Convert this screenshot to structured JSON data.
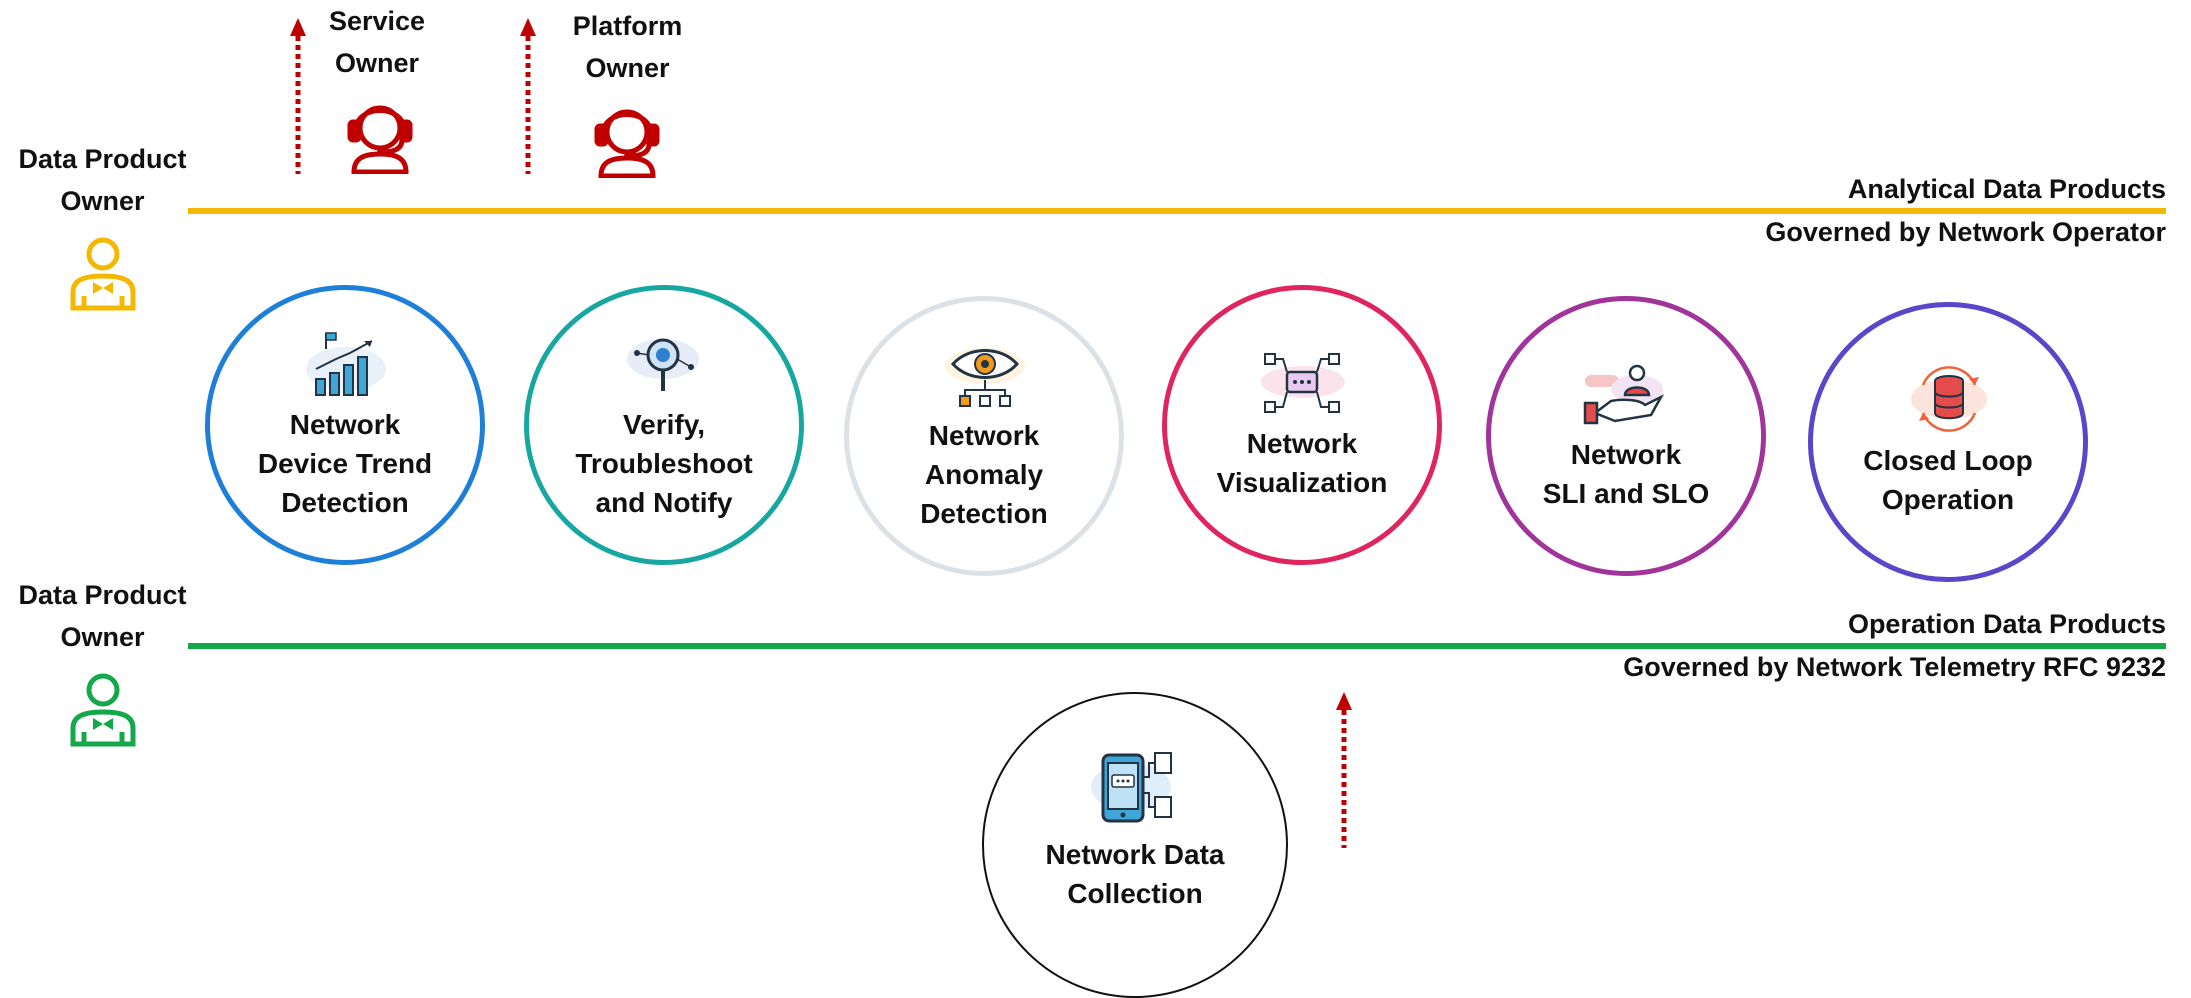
{
  "roles": {
    "service_owner": [
      "Service",
      "Owner"
    ],
    "platform_owner": [
      "Platform",
      "Owner"
    ],
    "data_product_owner_top": [
      "Data Product",
      "Owner"
    ],
    "data_product_owner_bottom": [
      "Data Product",
      "Owner"
    ]
  },
  "analytical_layer": {
    "title": "Analytical Data Products",
    "governance": "Governed by Network Operator",
    "line_color": "#F5B800"
  },
  "operation_layer": {
    "title": "Operation Data Products",
    "governance": "Governed by Network Telemetry RFC 9232",
    "line_color": "#14A84A"
  },
  "data_products": [
    {
      "lines": [
        "Network",
        "Device Trend",
        "Detection"
      ],
      "color": "#1E7FD9",
      "icon": "bar-chart-icon"
    },
    {
      "lines": [
        "Verify,",
        "Troubleshoot",
        "and Notify"
      ],
      "color": "#16A8A0",
      "icon": "magnifier-icon"
    },
    {
      "lines": [
        "Network",
        "Anomaly",
        "Detection"
      ],
      "color": "#DCE1E6",
      "icon": "eye-icon"
    },
    {
      "lines": [
        "Network",
        "Visualization"
      ],
      "color": "#E0245E",
      "icon": "network-nodes-icon"
    },
    {
      "lines": [
        "Network",
        "SLI and SLO"
      ],
      "color": "#A1349A",
      "icon": "hand-user-icon"
    },
    {
      "lines": [
        "Closed Loop",
        "Operation"
      ],
      "color": "#5B45C9",
      "icon": "database-cycle-icon"
    }
  ],
  "collection": {
    "lines": [
      "Network Data",
      "Collection"
    ],
    "color": "#111111",
    "icon": "tablet-data-icon"
  },
  "colors": {
    "arrow": "#C00000",
    "owner_headset": "#C00000",
    "owner_top": "#F5B800",
    "owner_bottom": "#14A84A"
  }
}
